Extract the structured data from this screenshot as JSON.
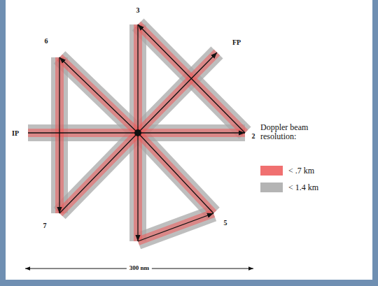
{
  "diagram": {
    "labels": [
      "IP",
      "2",
      "3",
      "FP",
      "5",
      "6",
      "7",
      "Doppler beam resolution:",
      "300 nm"
    ],
    "legend": [
      {
        "text": "< .7 km",
        "color": "#f07070"
      },
      {
        "text": "< 1.4 km",
        "color": "#b4b4b4"
      }
    ]
  }
}
